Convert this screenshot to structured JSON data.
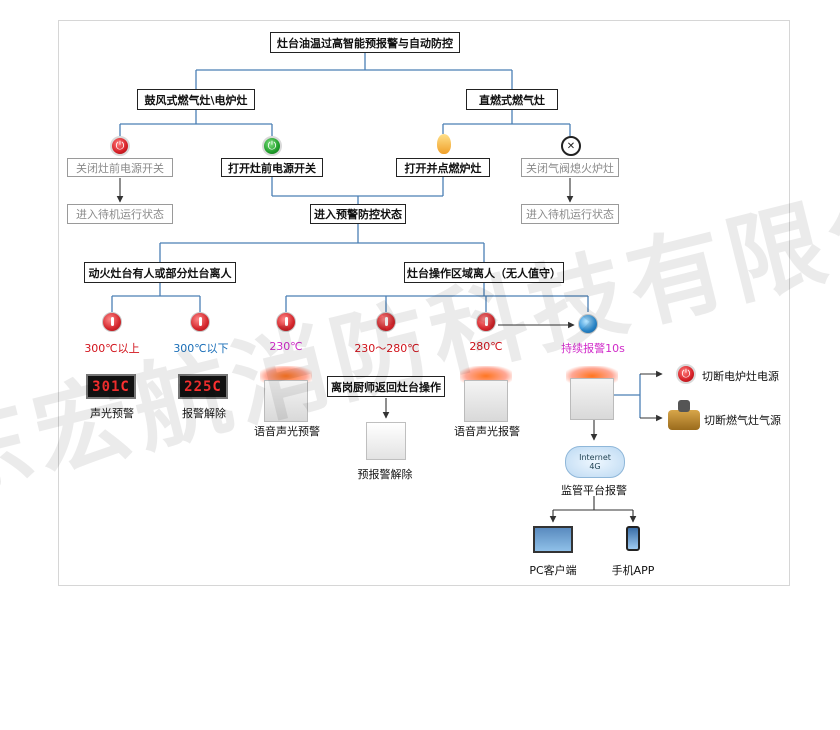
{
  "title": "灶台油温过高智能预报警与自动防控",
  "branches": {
    "left_title": "鼓风式燃气灶\\电炉灶",
    "right_title": "直燃式燃气灶",
    "close_front_power": "关闭灶前电源开关",
    "open_front_power": "打开灶前电源开关",
    "open_ignite": "打开并点燃炉灶",
    "close_gas_valve": "关闭气阀熄火炉灶",
    "standby_left": "进入待机运行状态",
    "standby_right": "进入待机运行状态",
    "enter_prealarm": "进入预警防控状态"
  },
  "scenarios": {
    "someone_left": "动火灶台有人或部分灶台离人",
    "nobody": "灶台操作区域离人（无人值守）"
  },
  "temps": {
    "over300": "300℃以上",
    "under300": "300℃以下",
    "t230": "230℃",
    "t230_280": "230～280℃",
    "t280": "280℃",
    "continuous": "持续报警10s"
  },
  "displays": {
    "d1": "301C",
    "d2": "225C"
  },
  "results": {
    "sound_light_prealarm": "声光预警",
    "alarm_cancel": "报警解除",
    "voice_prealarm": "语音声光预警",
    "chef_return": "离岗厨师返回灶台操作",
    "prealarm_cancel": "预报警解除",
    "voice_alarm": "语音声光报警",
    "cut_power": "切断电炉灶电源",
    "cut_gas": "切断燃气灶气源",
    "platform_alarm": "监管平台报警",
    "pc_client": "PC客户端",
    "mobile_app": "手机APP"
  },
  "cloud": {
    "line1": "Internet",
    "line2": "4G"
  },
  "watermark": "山东宏航消防科技有限公司",
  "colors": {
    "line": "#4a7fb5",
    "red": "#d2141d",
    "blue": "#1b6fb8",
    "magenta": "#d02ac9"
  }
}
